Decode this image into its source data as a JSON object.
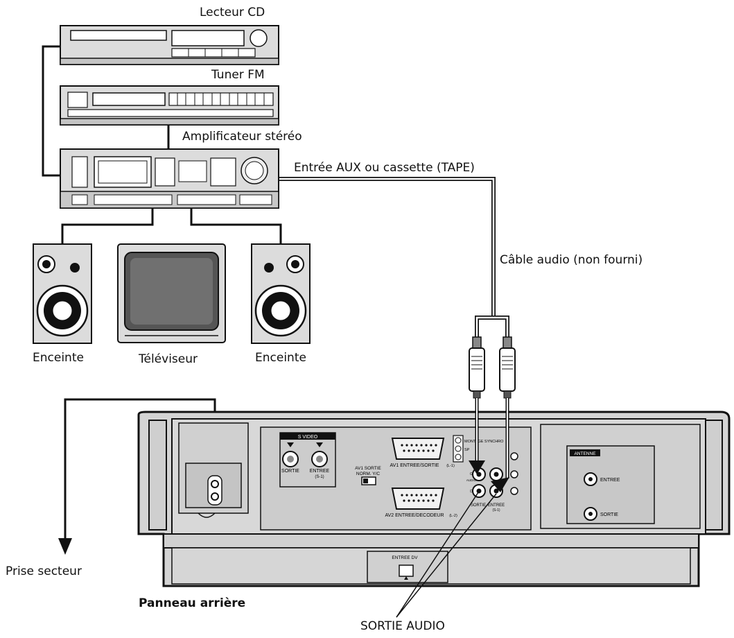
{
  "labels": {
    "cd_player": "Lecteur CD",
    "fm_tuner": "Tuner FM",
    "stereo_amplifier": "Amplificateur stéréo",
    "aux_input": "Entrée AUX ou cassette (TAPE)",
    "audio_cable": "Câble audio (non fourni)",
    "speaker_left": "Enceinte",
    "television": "Téléviseur",
    "speaker_right": "Enceinte",
    "mains_socket": "Prise secteur",
    "rear_panel": "Panneau arrière",
    "audio_output": "SORTIE AUDIO"
  },
  "panel": {
    "s_video": "S VIDEO",
    "s_video_out": "SORTIE",
    "s_video_in": "ENTREE",
    "s_video_in_sub": "(S-1)",
    "av1_output": "AV1 SORTIE",
    "norm_yc": "NORM. Y/C",
    "av1_connector": "AV1 ENTREE/SORTIE",
    "av1_sub": "(L-1)",
    "av2_connector": "AV2 ENTREE/DECODEUR",
    "av2_sub": "(L-2)",
    "sync_edit": "MONTAGE SYNCHRO",
    "sp_switch": "SP",
    "audio_g": "G",
    "audio_word": "AUDIO",
    "audio_d": "D",
    "audio_out_small": "SORTIE",
    "audio_in_small": "ENTREE",
    "audio_in_sub": "(S-1)",
    "antenna": "ANTENNE",
    "antenna_in": "ENTREE",
    "antenna_out": "SORTIE",
    "dv_input": "ENTREE DV"
  }
}
